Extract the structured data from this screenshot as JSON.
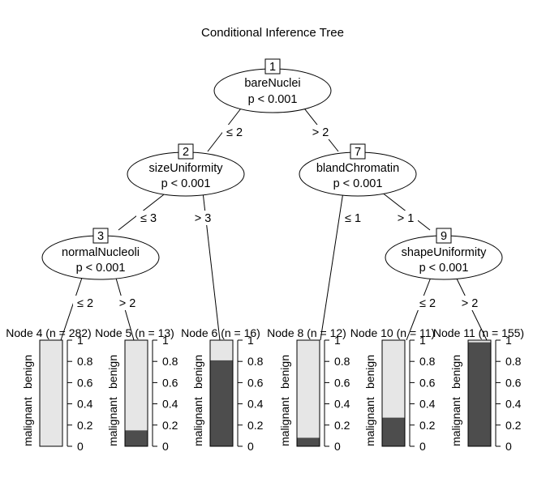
{
  "title": "Conditional Inference Tree",
  "colors": {
    "benign": "#e6e6e6",
    "malignant": "#4d4d4d",
    "line": "#000000"
  },
  "inner_nodes": [
    {
      "id": "1",
      "variable": "bareNuclei",
      "p": "p < 0.001"
    },
    {
      "id": "2",
      "variable": "sizeUniformity",
      "p": "p < 0.001"
    },
    {
      "id": "7",
      "variable": "blandChromatin",
      "p": "p < 0.001"
    },
    {
      "id": "3",
      "variable": "normalNucleoli",
      "p": "p < 0.001"
    },
    {
      "id": "9",
      "variable": "shapeUniformity",
      "p": "p < 0.001"
    }
  ],
  "edge_labels": [
    "≤ 2",
    "> 2",
    "≤ 3",
    "> 3",
    "≤ 1",
    "> 1",
    "≤ 2",
    "> 2",
    "≤ 2",
    "> 2"
  ],
  "terminal_nodes": [
    {
      "id": "4",
      "label": "Node 4 (n = 282)",
      "malignant": 0.0
    },
    {
      "id": "5",
      "label": "Node 5 (n = 13)",
      "malignant": 0.15
    },
    {
      "id": "6",
      "label": "Node 6 (n = 16)",
      "malignant": 0.81
    },
    {
      "id": "8",
      "label": "Node 8 (n = 12)",
      "malignant": 0.08
    },
    {
      "id": "10",
      "label": "Node 10 (n = 11)",
      "malignant": 0.27
    },
    {
      "id": "11",
      "label": "Node 11 (n = 155)",
      "malignant": 0.98
    }
  ],
  "class_labels": {
    "top": "benign",
    "bottom": "malignant"
  },
  "axis_ticks": [
    "0",
    "0.2",
    "0.4",
    "0.6",
    "0.8",
    "1"
  ]
}
